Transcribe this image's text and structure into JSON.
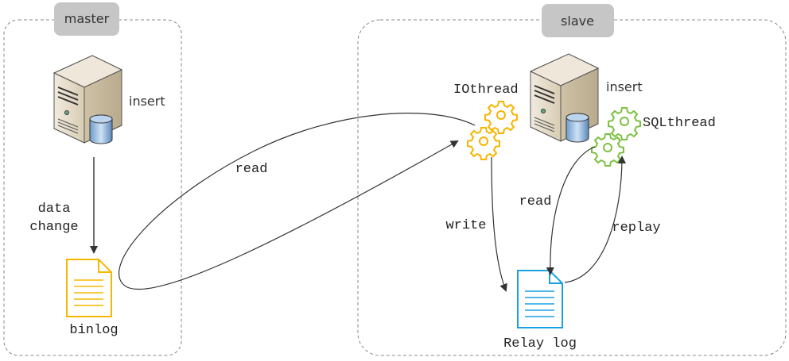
{
  "master": {
    "label": "master",
    "insert_label": "insert",
    "data_change_line1": "data",
    "data_change_line2": "change",
    "binlog_label": "binlog"
  },
  "slave": {
    "label": "slave",
    "insert_label": "insert",
    "io_thread_label": "IOthread",
    "sql_thread_label": "SQLthread",
    "relay_log_label": "Relay log"
  },
  "edges": {
    "read_binlog": "read",
    "write_relay": "write",
    "read_relay": "read",
    "replay": "replay"
  },
  "colors": {
    "binlog": "#f5b800",
    "io_gears": "#f7b500",
    "sql_gears": "#7dc142",
    "relay_log": "#1ba1e2",
    "pill": "#c6c6c6"
  }
}
